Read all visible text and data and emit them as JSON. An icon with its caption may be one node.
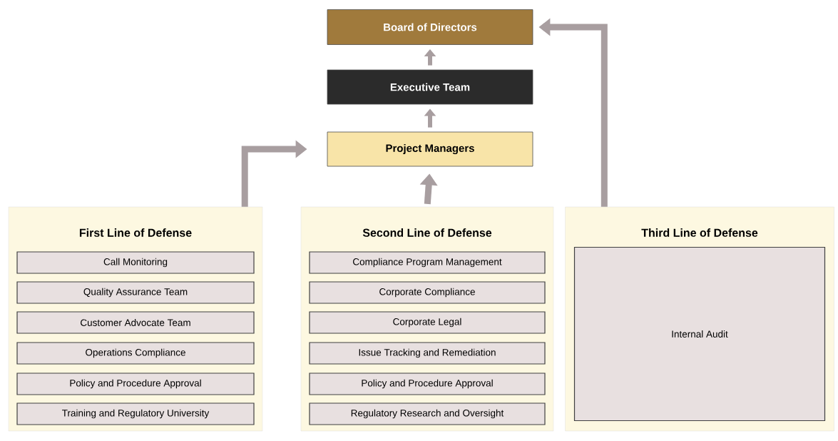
{
  "diagram": {
    "nodes": [
      {
        "text": [
          "Board of Directors"
        ]
      },
      {
        "text": [
          "Executive Team"
        ]
      },
      {
        "text": [
          "Project Managers"
        ]
      },
      {
        "text": [
          "First Line of Defense"
        ]
      },
      {
        "text": [
          "Call Monitoring"
        ],
        "in": 3
      },
      {
        "text": [
          "Quality Assurance Team"
        ],
        "in": 3
      },
      {
        "text": [
          "Customer Advocate Team"
        ],
        "in": 3
      },
      {
        "text": [
          "Operations Compliance"
        ],
        "in": 3
      },
      {
        "text": [
          "Policy and Procedure Approval"
        ],
        "in": 3
      },
      {
        "text": [
          "Training and Regulatory University"
        ],
        "in": 3
      },
      {
        "text": [
          "Second Line of Defense"
        ]
      },
      {
        "text": [
          "Compliance Program Management"
        ],
        "in": 10
      },
      {
        "text": [
          "Corporate Compliance"
        ],
        "in": 10
      },
      {
        "text": [
          "Corporate Legal"
        ],
        "in": 10
      },
      {
        "text": [
          "Issue Tracking and Remediation"
        ],
        "in": 10
      },
      {
        "text": [
          "Policy and Procedure Approval"
        ],
        "in": 10
      },
      {
        "text": [
          "Regulatory Research and Oversight"
        ],
        "in": 10
      },
      {
        "text": [
          "Third Line of Defense"
        ]
      },
      {
        "text": [
          "Internal Audit"
        ],
        "in": 17
      }
    ],
    "edges": [
      {
        "from": 1,
        "to": 0,
        "arrow": "to"
      },
      {
        "from": 2,
        "to": 1,
        "arrow": "to"
      },
      {
        "from": 3,
        "to": 2,
        "arrow": "to"
      },
      {
        "from": 10,
        "to": 2,
        "arrow": "to"
      },
      {
        "from": 17,
        "to": 0,
        "arrow": "to"
      }
    ]
  }
}
